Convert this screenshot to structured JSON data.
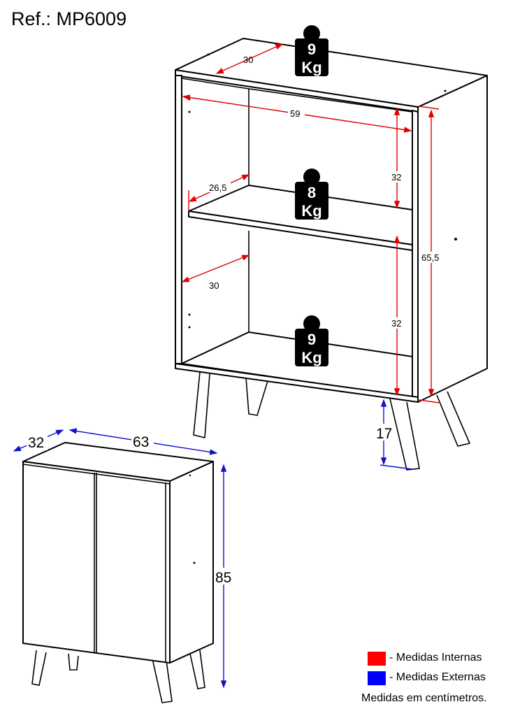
{
  "title": "Ref.: MP6009",
  "open_cabinet": {
    "weights": [
      {
        "value": "9",
        "unit": "Kg"
      },
      {
        "value": "8",
        "unit": "Kg"
      },
      {
        "value": "9",
        "unit": "Kg"
      }
    ],
    "internal_dims": {
      "top_depth": "30",
      "inner_width": "59",
      "shelf_depth": "26,5",
      "bottom_depth": "30",
      "upper_height": "32",
      "lower_height": "32",
      "inner_height": "65,5"
    },
    "external_dims": {
      "leg_height": "17"
    }
  },
  "closed_cabinet": {
    "external_dims": {
      "depth": "32",
      "width": "63",
      "height": "85"
    }
  },
  "legend": {
    "internal": {
      "label": "- Medidas Internas",
      "color": "#ff0000"
    },
    "external": {
      "label": "- Medidas Externas",
      "color": "#0000ff"
    },
    "note": "Medidas em centímetros."
  },
  "colors": {
    "internal": "#e00000",
    "external": "#1010d0"
  }
}
